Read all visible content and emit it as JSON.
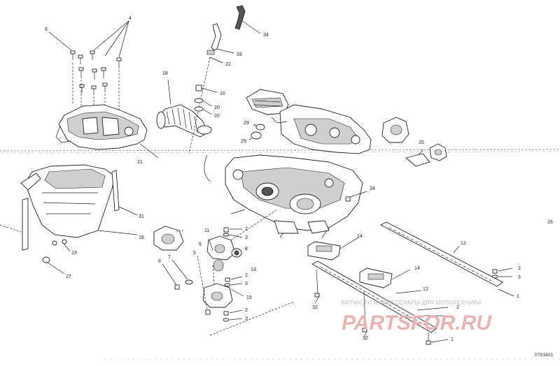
{
  "diagram": {
    "doc_number": "07S1601",
    "callouts": [
      {
        "id": "c6",
        "text": "6"
      },
      {
        "id": "c4",
        "text": "4"
      },
      {
        "id": "c18",
        "text": "18"
      },
      {
        "id": "c34",
        "text": "34"
      },
      {
        "id": "c33",
        "text": "33"
      },
      {
        "id": "c22",
        "text": "22"
      },
      {
        "id": "c10",
        "text": "10"
      },
      {
        "id": "c20a",
        "text": "20"
      },
      {
        "id": "c20b",
        "text": "20"
      },
      {
        "id": "c29a",
        "text": "29"
      },
      {
        "id": "c29b",
        "text": "29"
      },
      {
        "id": "c21",
        "text": "21"
      },
      {
        "id": "c25",
        "text": "25"
      },
      {
        "id": "c24",
        "text": "24"
      },
      {
        "id": "c26",
        "text": "26"
      },
      {
        "id": "c31",
        "text": "31"
      },
      {
        "id": "c18b",
        "text": "18"
      },
      {
        "id": "c23",
        "text": "23"
      },
      {
        "id": "c27",
        "text": "27"
      },
      {
        "id": "c11",
        "text": "11"
      },
      {
        "id": "c9",
        "text": "9"
      },
      {
        "id": "c2a",
        "text": "2"
      },
      {
        "id": "c3a",
        "text": "3"
      },
      {
        "id": "c8",
        "text": "8"
      },
      {
        "id": "c13",
        "text": "13"
      },
      {
        "id": "c6b",
        "text": "6"
      },
      {
        "id": "c7",
        "text": "7"
      },
      {
        "id": "c5",
        "text": "5"
      },
      {
        "id": "c2b",
        "text": "2"
      },
      {
        "id": "c3b",
        "text": "3"
      },
      {
        "id": "c15",
        "text": "15"
      },
      {
        "id": "c2c",
        "text": "2"
      },
      {
        "id": "c3c",
        "text": "3"
      },
      {
        "id": "c14a",
        "text": "14"
      },
      {
        "id": "c12a",
        "text": "12"
      },
      {
        "id": "c14b",
        "text": "14"
      },
      {
        "id": "c2d",
        "text": "2"
      },
      {
        "id": "c3d",
        "text": "3"
      },
      {
        "id": "c12b",
        "text": "12"
      },
      {
        "id": "c1a",
        "text": "1"
      },
      {
        "id": "c32a",
        "text": "32"
      },
      {
        "id": "c32b",
        "text": "32"
      },
      {
        "id": "c2e",
        "text": "2"
      },
      {
        "id": "c1b",
        "text": "1"
      }
    ],
    "watermark": {
      "caption": "ЗАПЧАСТИ И АКСЕССУАРЫ ДЛЯ МОТОТЕХНИКИ",
      "brand": "PARTSFOR.RU"
    },
    "colors": {
      "line": "#222222",
      "watermark_brand": "#e8b3b3",
      "watermark_caption": "#b9b9b9"
    }
  }
}
